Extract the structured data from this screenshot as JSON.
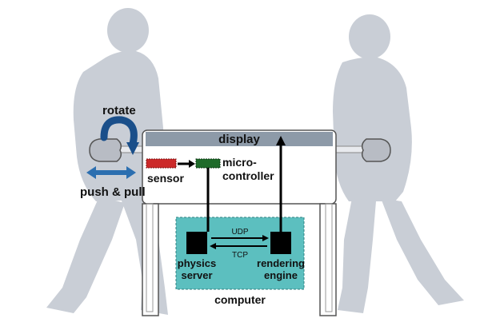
{
  "labels": {
    "rotate": "rotate",
    "push_pull": "push & pull",
    "display": "display",
    "sensor": "sensor",
    "micro_line1": "micro-",
    "micro_line2": "controller",
    "udp": "UDP",
    "tcp": "TCP",
    "physics_line1": "physics",
    "physics_line2": "server",
    "render_line1": "rendering",
    "render_line2": "engine",
    "computer": "computer"
  },
  "colors": {
    "silhouette": "#c9ced6",
    "display_bar": "#8d9aa8",
    "table_stroke": "#555555",
    "computer_box": "#5cbfbf",
    "sensor": "#cc2a2a",
    "microcontroller": "#1f6b2a",
    "push_pull_arrow": "#2c6fb0",
    "rotate_arrow": "#1a4f8a"
  },
  "icons": {
    "person_left": "person-silhouette-icon",
    "person_right": "person-silhouette-icon",
    "rotate_arrow": "rotate-arrow-icon",
    "push_pull_arrow": "double-arrow-icon"
  }
}
